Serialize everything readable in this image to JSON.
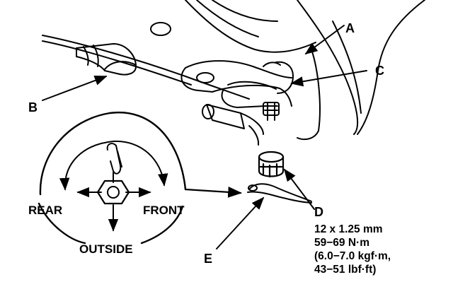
{
  "callouts": {
    "a": "A",
    "b": "B",
    "c": "C",
    "d": "D",
    "e": "E"
  },
  "directions": {
    "rear": "REAR",
    "front": "FRONT",
    "outside": "OUTSIDE"
  },
  "torque_spec": {
    "bolt_size": "12 x 1.25 mm",
    "torque_nm": "59−69 N·m",
    "torque_kgf": "(6.0−7.0 kgf·m,",
    "torque_lbf": "43−51 lbf·ft)"
  }
}
